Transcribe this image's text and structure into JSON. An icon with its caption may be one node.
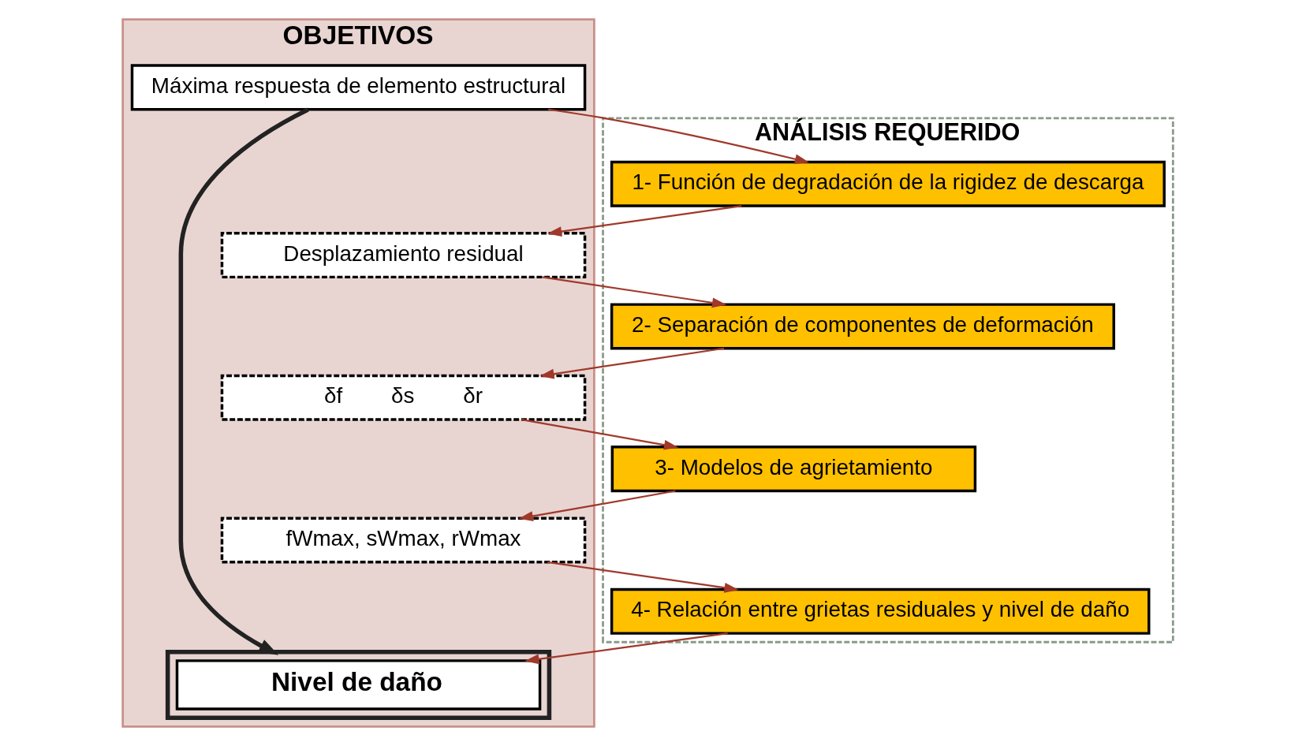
{
  "diagram": {
    "nodes": [
      {
        "text": [
          "OBJETIVOS"
        ]
      },
      {
        "text": [
          "Máxima respuesta de elemento estructural"
        ],
        "in": 0
      },
      {
        "text": [
          "Desplazamiento residual"
        ],
        "in": 0
      },
      {
        "text": [
          "δf",
          "δs",
          "δr"
        ],
        "in": 0
      },
      {
        "text": [
          "fWmax, sWmax, rWmax"
        ],
        "in": 0
      },
      {
        "text": [],
        "shape": "box",
        "in": 0
      },
      {
        "text": [
          "Nivel de daño"
        ],
        "in": 5
      },
      {
        "text": [
          "ANÁLISIS REQUERIDO"
        ]
      },
      {
        "text": [
          "1- Función de degradación de la rigidez de descarga"
        ],
        "in": 7
      },
      {
        "text": [
          "2- Separación de componentes de deformación"
        ],
        "in": 7
      },
      {
        "text": [
          "3- Modelos de agrietamiento"
        ],
        "in": 7
      },
      {
        "text": [
          "4- Relación entre grietas residuales y nivel de daño"
        ],
        "in": 7
      }
    ],
    "edges": [
      {
        "from": 1,
        "to": 8,
        "arrow": "to"
      },
      {
        "from": 8,
        "to": 2,
        "arrow": "to"
      },
      {
        "from": 2,
        "to": 9,
        "arrow": "to"
      },
      {
        "from": 9,
        "to": 3,
        "arrow": "to"
      },
      {
        "from": 3,
        "to": 10,
        "arrow": "to"
      },
      {
        "from": 10,
        "to": 4,
        "arrow": "to"
      },
      {
        "from": 4,
        "to": 11,
        "arrow": "to"
      },
      {
        "from": 11,
        "to": 6,
        "arrow": "to"
      },
      {
        "from": 1,
        "to": 5,
        "arrow": "to",
        "style": "thick",
        "color": "#222222"
      }
    ]
  }
}
